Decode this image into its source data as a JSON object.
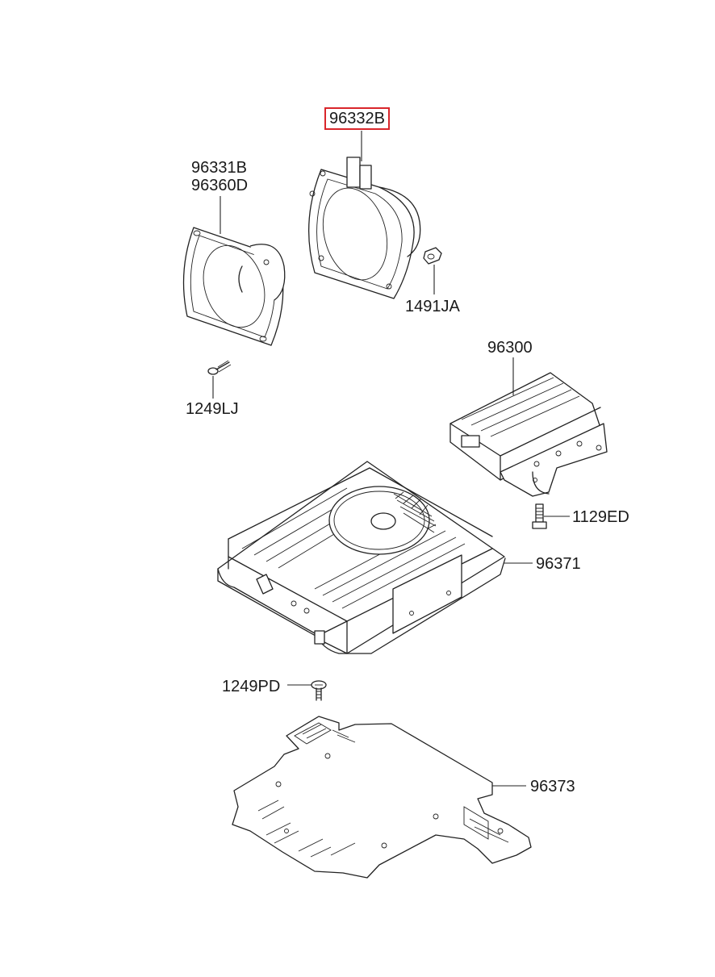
{
  "diagram": {
    "labels": {
      "speaker_bracket": "96332B",
      "speaker_line1": "96331B",
      "speaker_line2": "96360D",
      "nut": "1491JA",
      "speaker_screw": "1249LJ",
      "amplifier": "96300",
      "amp_bolt": "1129ED",
      "subwoofer": "96371",
      "sub_screw": "1249PD",
      "mount_plate": "96373"
    },
    "colors": {
      "highlight_border": "#d9262b",
      "line": "#222222",
      "background": "#ffffff"
    }
  }
}
